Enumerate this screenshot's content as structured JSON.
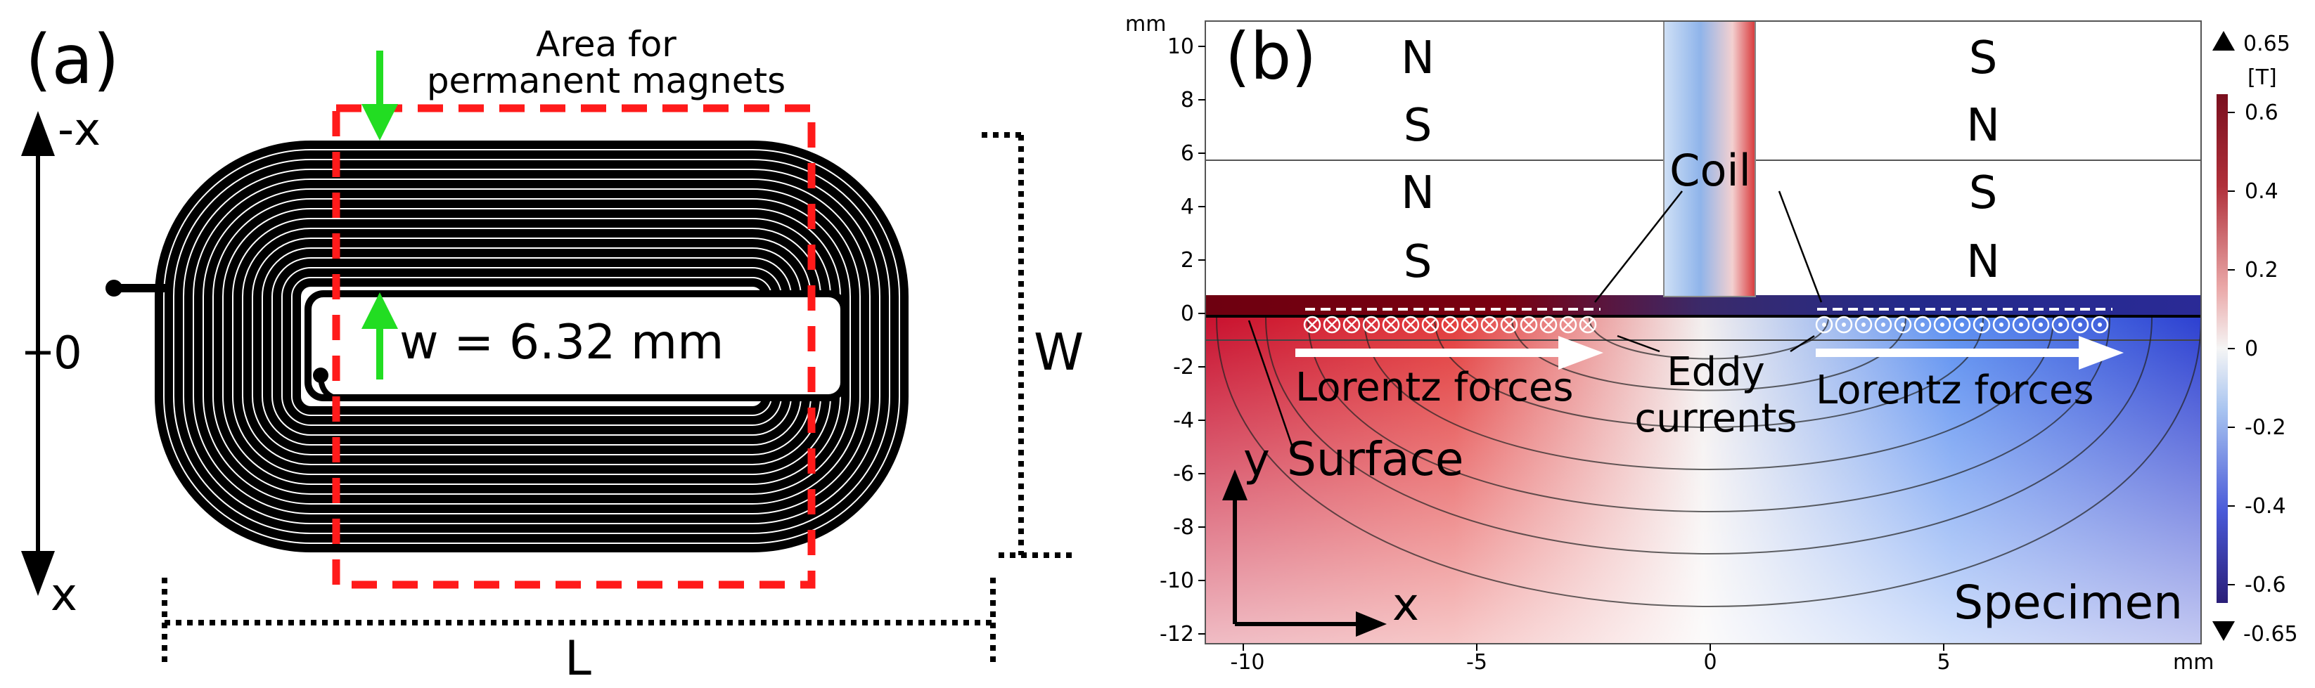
{
  "panel_a": {
    "label": "(a)",
    "magnet_area_line1": "Area for",
    "magnet_area_line2": "permanent magnets",
    "width_label": "w = 6.32 mm",
    "axis_neg": "-x",
    "axis_zero": "0",
    "axis_pos": "x",
    "dim_W": "W",
    "dim_L": "L",
    "colors": {
      "coil": "#000000",
      "magnet_area": "#ff1a1a",
      "arrow": "#22dd22"
    }
  },
  "panel_b": {
    "label": "(b)",
    "unit_top": "mm",
    "unit_right": "mm",
    "y_ticks": [
      "10",
      "8",
      "6",
      "4",
      "2",
      "0",
      "-2",
      "-4",
      "-6",
      "-8",
      "-10",
      "-12"
    ],
    "x_ticks": [
      "-10",
      "-5",
      "0",
      "5"
    ],
    "magnets_left": [
      "N",
      "S",
      "N",
      "S"
    ],
    "magnets_right": [
      "S",
      "N",
      "S",
      "N"
    ],
    "coil_label": "Coil",
    "eddy_line1": "Eddy",
    "eddy_line2": "currents",
    "lorentz_left": "Lorentz forces",
    "lorentz_right": "Lorentz forces",
    "surface_label": "Surface",
    "specimen_label": "Specimen",
    "axis_y": "y",
    "axis_x": "x",
    "colorbar": {
      "max_label": "0.65",
      "unit": "[T]",
      "ticks": [
        "0.6",
        "0.4",
        "0.2",
        "0",
        "-0.2",
        "-0.4",
        "-0.6"
      ],
      "min_label": "-0.65",
      "colors": {
        "pos": "#8b1a2b",
        "zero": "#f4f4f4",
        "neg": "#2a2a8c"
      }
    }
  }
}
